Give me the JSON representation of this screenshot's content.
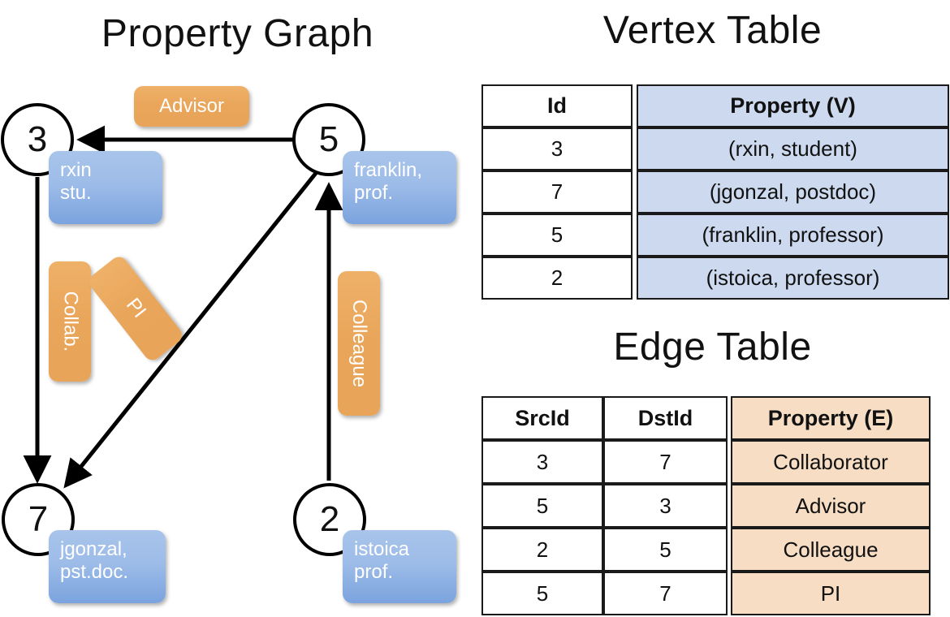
{
  "titles": {
    "property_graph": "Property Graph",
    "vertex_table": "Vertex Table",
    "edge_table": "Edge Table"
  },
  "graph": {
    "nodes": [
      {
        "id": "3",
        "property": "rxin\nstu."
      },
      {
        "id": "5",
        "property": "franklin,\nprof."
      },
      {
        "id": "7",
        "property": "jgonzal,\npst.doc."
      },
      {
        "id": "2",
        "property": "istoica\nprof."
      }
    ],
    "node_labels": {
      "n3": "3",
      "n5": "5",
      "n7": "7",
      "n2": "2"
    },
    "vertex_props": {
      "rxin_line1": "rxin",
      "rxin_line2": "stu.",
      "franklin_line1": "franklin,",
      "franklin_line2": "prof.",
      "jgonzal_line1": "jgonzal,",
      "jgonzal_line2": "pst.doc.",
      "istoica_line1": "istoica",
      "istoica_line2": "prof."
    },
    "edge_labels": {
      "advisor": "Advisor",
      "collab": "Collab.",
      "pi": "PI",
      "colleague": "Colleague"
    },
    "edges": [
      {
        "from": "5",
        "to": "3",
        "label": "Advisor"
      },
      {
        "from": "3",
        "to": "7",
        "label": "Collab."
      },
      {
        "from": "5",
        "to": "7",
        "label": "PI"
      },
      {
        "from": "2",
        "to": "5",
        "label": "Colleague"
      }
    ]
  },
  "vertex_table": {
    "headers": [
      "Id",
      "Property (V)"
    ],
    "rows": [
      {
        "id": "3",
        "property": "(rxin, student)"
      },
      {
        "id": "7",
        "property": "(jgonzal, postdoc)"
      },
      {
        "id": "5",
        "property": "(franklin, professor)"
      },
      {
        "id": "2",
        "property": "(istoica, professor)"
      }
    ]
  },
  "edge_table": {
    "headers": [
      "SrcId",
      "DstId",
      "Property (E)"
    ],
    "rows": [
      {
        "src": "3",
        "dst": "7",
        "property": "Collaborator"
      },
      {
        "src": "5",
        "dst": "3",
        "property": "Advisor"
      },
      {
        "src": "2",
        "dst": "5",
        "property": "Colleague"
      },
      {
        "src": "5",
        "dst": "7",
        "property": "PI"
      }
    ]
  },
  "colors": {
    "vertex_chip": "#9dbce8",
    "edge_chip": "#e9a55a",
    "vertex_table_cell": "#ccd9ee",
    "edge_table_cell": "#f6ddc3",
    "stroke": "#000000",
    "background": "#ffffff"
  }
}
